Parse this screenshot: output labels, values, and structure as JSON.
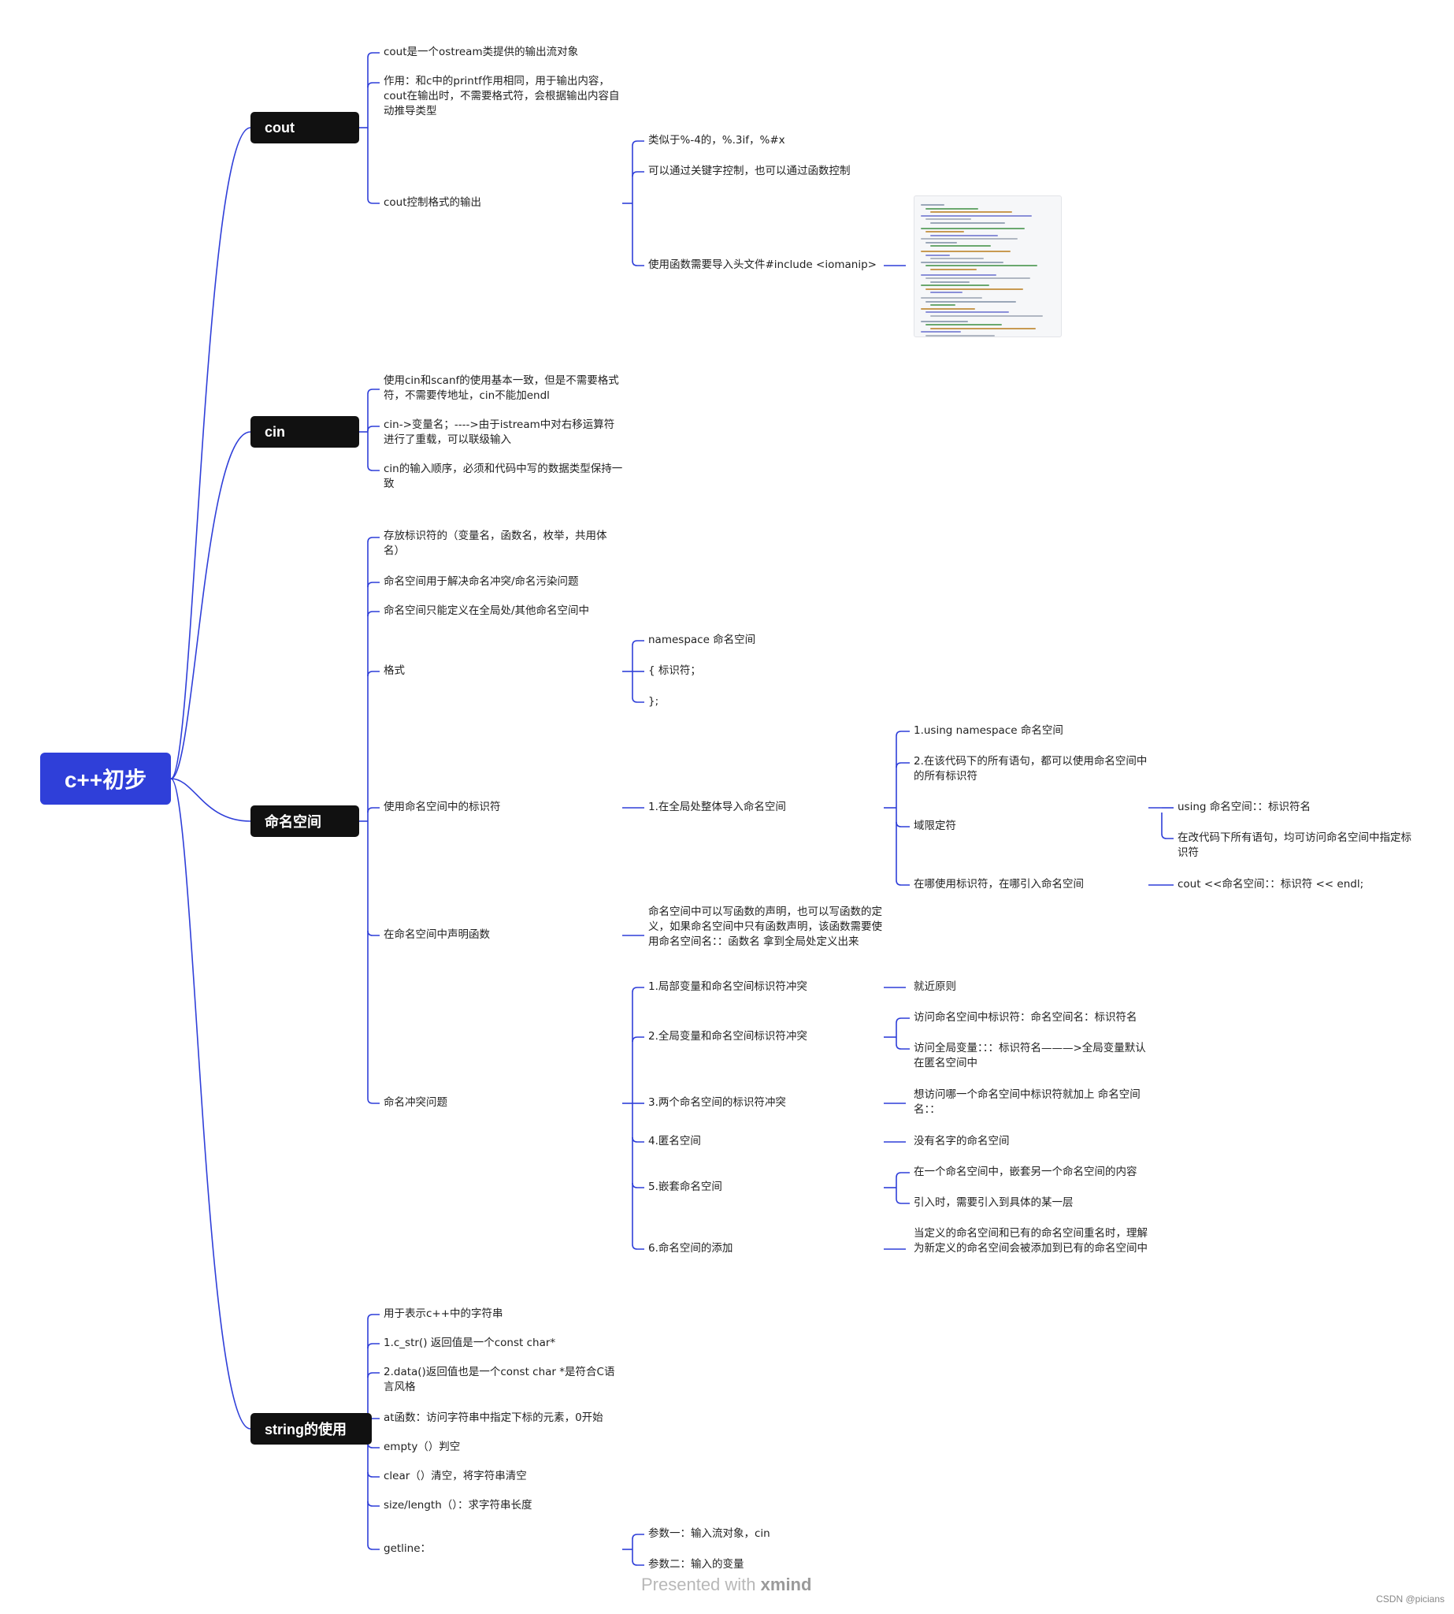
{
  "root": {
    "label": "c++初步"
  },
  "topics": {
    "cout": {
      "label": "cout",
      "items": [
        "cout是一个ostream类提供的输出流对象",
        "作用：和c中的printf作用相同，用于输出内容，cout在输出时，不需要格式符，会根据输出内容自动推导类型",
        "cout控制格式的输出"
      ],
      "format": [
        "类似于%-4的，%.3if，%#x",
        "可以通过关键字控制，也可以通过函数控制",
        "使用函数需要导入头文件#include <iomanip>"
      ]
    },
    "cin": {
      "label": "cin",
      "items": [
        "使用cin和scanf的使用基本一致，但是不需要格式符，不需要传地址，cin不能加endl",
        "cin->变量名；---->由于istream中对右移运算符进行了重载，可以联级输入",
        "cin的输入顺序，必须和代码中写的数据类型保持一致"
      ]
    },
    "namespace": {
      "label": "命名空间",
      "items": [
        "存放标识符的（变量名，函数名，枚举，共用体名）",
        "命名空间用于解决命名冲突/命名污染问题",
        "命名空间只能定义在全局处/其他命名空间中",
        "格式",
        "使用命名空间中的标识符",
        "在命名空间中声明函数",
        "命名冲突问题"
      ],
      "format": [
        "namespace 命名空间",
        "{   标识符；",
        "};"
      ],
      "use": {
        "global": "1.在全局处整体导入命名空间",
        "global_children": [
          "1.using namespace  命名空间",
          "2.在该代码下的所有语句，都可以使用命名空间中的所有标识符",
          "域限定符",
          "在哪使用标识符，在哪引入命名空间"
        ],
        "scope": [
          "using 命名空间：：标识符名",
          "在改代码下所有语句，均可访问命名空间中指定标识符"
        ],
        "where": "cout <<命名空间：：标识符 << endl;"
      },
      "declare": "命名空间中可以写函数的声明，也可以写函数的定义，如果命名空间中只有函数声明，该函数需要使用命名空间名：：函数名 拿到全局处定义出来",
      "conflict": [
        "1.局部变量和命名空间标识符冲突",
        "2.全局变量和命名空间标识符冲突",
        "3.两个命名空间的标识符冲突",
        "4.匿名空间",
        "5.嵌套命名空间",
        "6.命名空间的添加"
      ],
      "conflict_details": {
        "c1": "就近原则",
        "c2a": "访问命名空间中标识符：命名空间名：标识符名",
        "c2b": "访问全局变量：：：标识符名———>全局变量默认在匿名空间中",
        "c3": "想访问哪一个命名空间中标识符就加上 命名空间名：：",
        "c4": "没有名字的命名空间",
        "c5a": "在一个命名空间中，嵌套另一个命名空间的内容",
        "c5b": "引入时，需要引入到具体的某一层",
        "c6": "当定义的命名空间和已有的命名空间重名时，理解为新定义的命名空间会被添加到已有的命名空间中"
      }
    },
    "string": {
      "label": "string的使用",
      "items": [
        "用于表示c++中的字符串",
        "1.c_str() 返回值是一个const char*",
        "2.data()返回值也是一个const char *是符合C语言风格",
        "at函数：访问字符串中指定下标的元素，0开始",
        "empty（）判空",
        "clear（）清空，将字符串清空",
        "size/length（）：求字符串长度",
        "getline："
      ],
      "getline": [
        "参数一：输入流对象，cin",
        "参数二：输入的变量"
      ]
    }
  },
  "footer": {
    "prefix": "Presented with ",
    "brand": "xmind"
  },
  "watermark": "CSDN @picians",
  "colors": {
    "root_bg": "#2f3fd9",
    "topic_bg": "#111111",
    "branch": "#2f3fd9"
  }
}
